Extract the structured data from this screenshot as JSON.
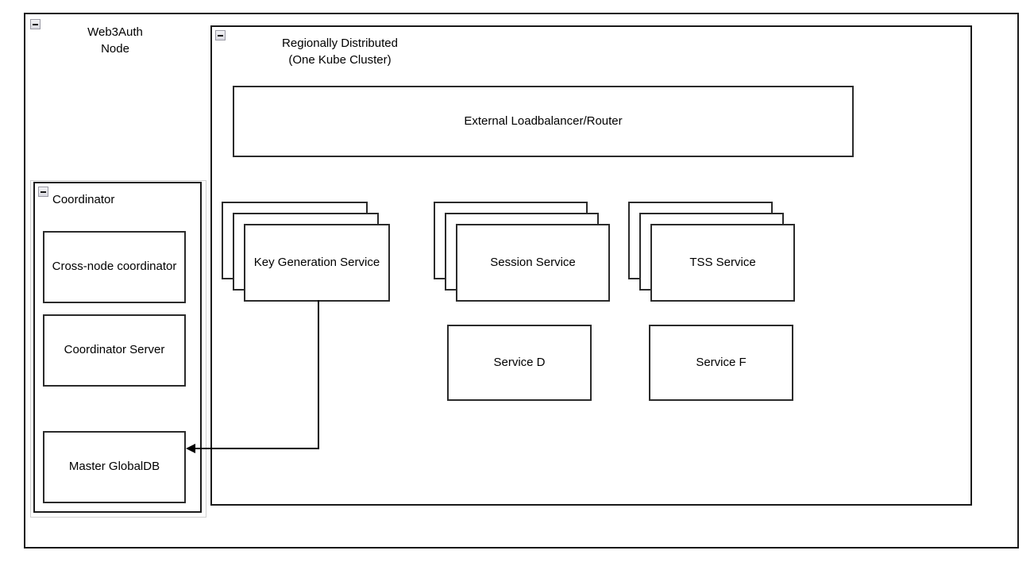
{
  "diagram": {
    "title": "Web3Auth Node architecture",
    "colors": {
      "stroke": "#1a1a1a",
      "box_stroke": "#2b2b2b",
      "background": "#ffffff",
      "collapse_border": "#9a9aa5",
      "coord_outer_border": "#cfcfcf"
    },
    "outer_group": {
      "label": "Web3Auth\nNode",
      "collapse_icon": "collapse-minus-icon"
    },
    "region_group": {
      "label": "Regionally Distributed\n(One Kube Cluster)",
      "collapse_icon": "collapse-minus-icon"
    },
    "coordinator_group": {
      "label": "Coordinator",
      "collapse_icon": "collapse-minus-icon",
      "nodes": [
        {
          "label": "Cross-node\ncoordinator"
        },
        {
          "label": "Coordinator Server"
        },
        {
          "label": "Master GlobalDB"
        }
      ]
    },
    "loadbalancer": {
      "label": "External Loadbalancer/Router"
    },
    "stacked_services": [
      {
        "label": "Key Generation\nService",
        "instances": 3
      },
      {
        "label": "Session Service",
        "instances": 3
      },
      {
        "label": "TSS Service",
        "instances": 3
      }
    ],
    "plain_services": [
      {
        "label": "Service D"
      },
      {
        "label": "Service F"
      }
    ],
    "connections": [
      {
        "from": "Key Generation Service",
        "to": "Master GlobalDB",
        "direction": "to-master-globaldb",
        "arrow": "left-arrowhead"
      }
    ]
  }
}
